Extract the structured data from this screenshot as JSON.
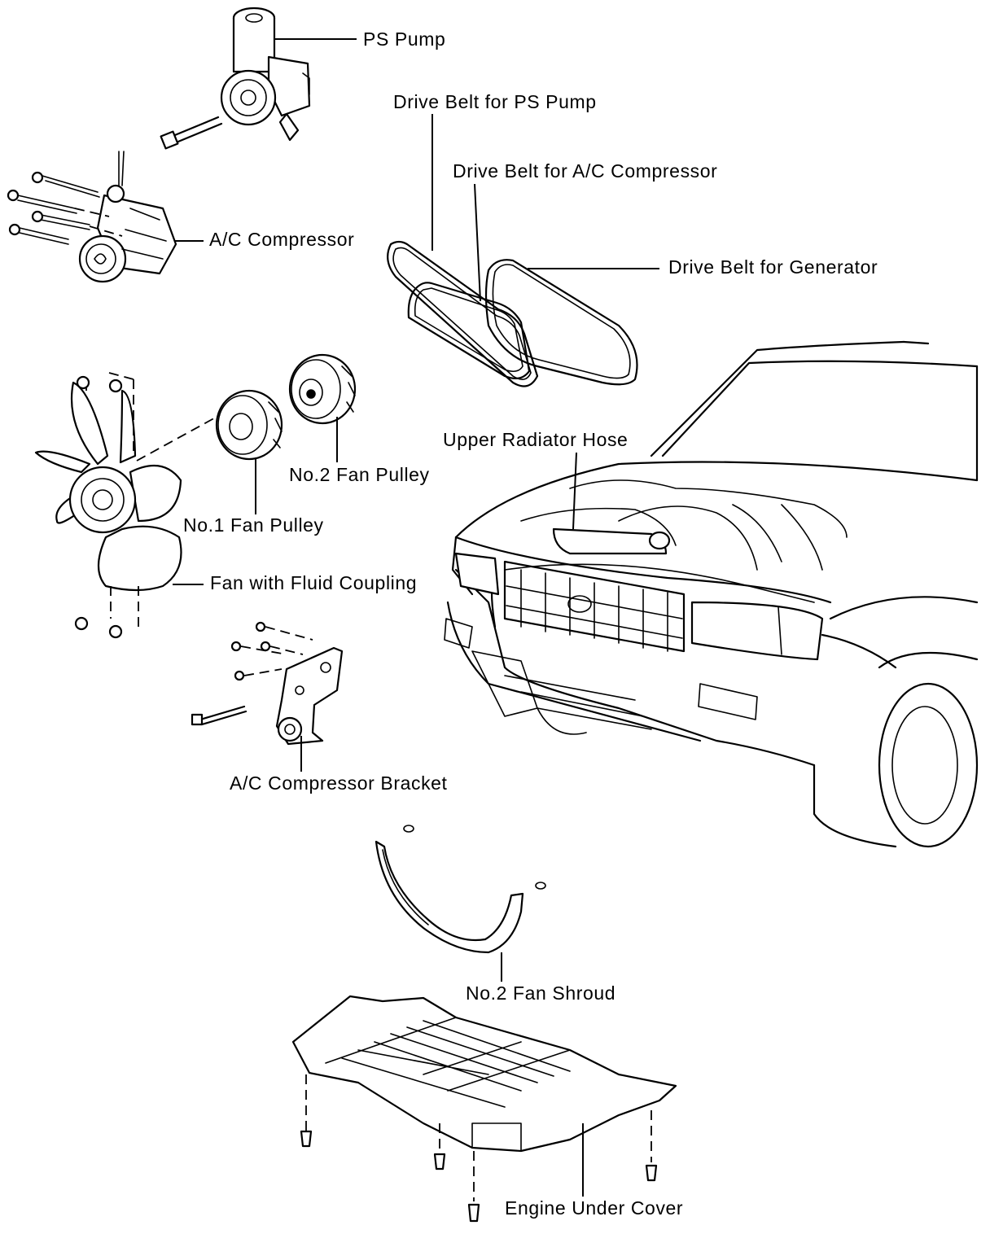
{
  "labels": {
    "ps_pump": "PS Pump",
    "drive_belt_ps_pump": "Drive Belt for PS Pump",
    "drive_belt_ac_compressor": "Drive Belt for A/C Compressor",
    "ac_compressor": "A/C Compressor",
    "drive_belt_generator": "Drive Belt for Generator",
    "upper_radiator_hose": "Upper Radiator Hose",
    "no2_fan_pulley": "No.2 Fan Pulley",
    "no1_fan_pulley": "No.1 Fan Pulley",
    "fan_with_fluid_coupling": "Fan with Fluid Coupling",
    "ac_compressor_bracket": "A/C Compressor Bracket",
    "no2_fan_shroud": "No.2 Fan Shroud",
    "engine_under_cover": "Engine Under Cover"
  }
}
